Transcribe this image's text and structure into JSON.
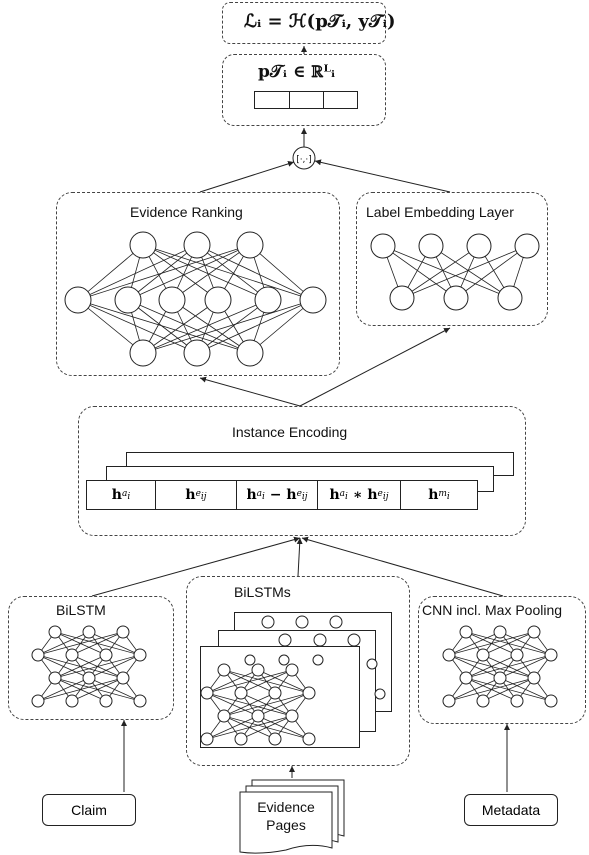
{
  "loss_box": {
    "formula": "ℒᵢ = ℋ(p𝒯ᵢ, y𝒯ᵢ)"
  },
  "prediction_box": {
    "formula": "p𝒯ᵢ ∈ ℝᴸᵢ"
  },
  "concat_node": {
    "label": "[·,·]"
  },
  "evidence_ranking": {
    "title": "Evidence Ranking",
    "layers": [
      3,
      6,
      3
    ]
  },
  "label_embedding": {
    "title": "Label Embedding Layer",
    "layers": [
      4,
      3
    ]
  },
  "instance_encoding": {
    "title": "Instance Encoding",
    "cells": [
      "h_{a_i}",
      "h_{e_ij}",
      "h_{a_i} − h_{e_ij}",
      "h_{a_i} ∗ h_{e_ij}",
      "h_{m_i}"
    ]
  },
  "bilstm": {
    "title": "BiLSTM"
  },
  "bilstms": {
    "title": "BiLSTMs"
  },
  "cnn": {
    "title": "CNN incl. Max Pooling"
  },
  "inputs": {
    "claim": "Claim",
    "evidence_line1": "Evidence",
    "evidence_line2": "Pages",
    "metadata": "Metadata"
  }
}
